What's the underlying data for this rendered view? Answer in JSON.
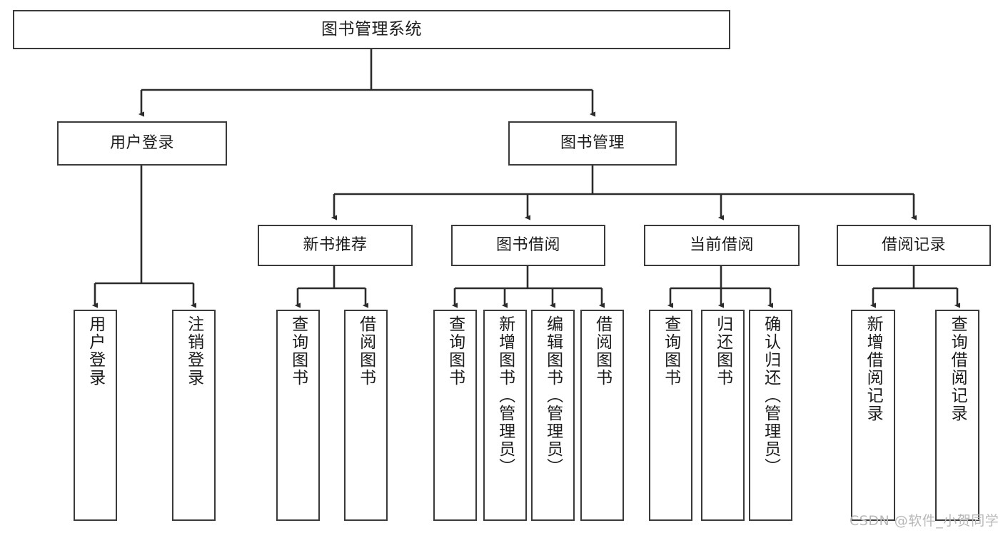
{
  "diagram": {
    "title": "图书管理系统",
    "type": "tree-hierarchy-functional-decomposition",
    "colors": {
      "box_border": "#3a3a3a",
      "box_fill": "#ffffff",
      "edge": "#2b2b2b",
      "text": "#1b1b1b",
      "watermark": "#b8b8b8"
    },
    "nodes": {
      "root": {
        "label": "图书管理系统"
      },
      "level2": [
        {
          "id": "user-login",
          "label": "用户登录"
        },
        {
          "id": "book-management",
          "label": "图书管理"
        }
      ],
      "level3": [
        {
          "id": "new-book-recommend",
          "label": "新书推荐"
        },
        {
          "id": "book-borrow",
          "label": "图书借阅"
        },
        {
          "id": "current-borrow",
          "label": "当前借阅"
        },
        {
          "id": "borrow-record",
          "label": "借阅记录"
        }
      ],
      "leaves": {
        "user_login": [
          {
            "id": "leaf-user-login",
            "label": "用户登录"
          },
          {
            "id": "leaf-logout-login",
            "label": "注销登录"
          }
        ],
        "new_book_recommend": [
          {
            "id": "leaf-query-book-1",
            "label": "查询图书"
          },
          {
            "id": "leaf-borrow-book-1",
            "label": "借阅图书"
          }
        ],
        "book_borrow": [
          {
            "id": "leaf-query-book-2",
            "label": "查询图书"
          },
          {
            "id": "leaf-add-book",
            "label": "新增图书（管理员）"
          },
          {
            "id": "leaf-edit-book",
            "label": "编辑图书（管理员）"
          },
          {
            "id": "leaf-borrow-book-2",
            "label": "借阅图书"
          }
        ],
        "current_borrow": [
          {
            "id": "leaf-query-book-3",
            "label": "查询图书"
          },
          {
            "id": "leaf-return-book",
            "label": "归还图书"
          },
          {
            "id": "leaf-confirm-return",
            "label": "确认归还（管理员）"
          }
        ],
        "borrow_record": [
          {
            "id": "leaf-add-record",
            "label": "新增借阅记录"
          },
          {
            "id": "leaf-query-record",
            "label": "查询借阅记录"
          }
        ]
      }
    },
    "watermark": "CSDN @软件_小贺同学"
  }
}
